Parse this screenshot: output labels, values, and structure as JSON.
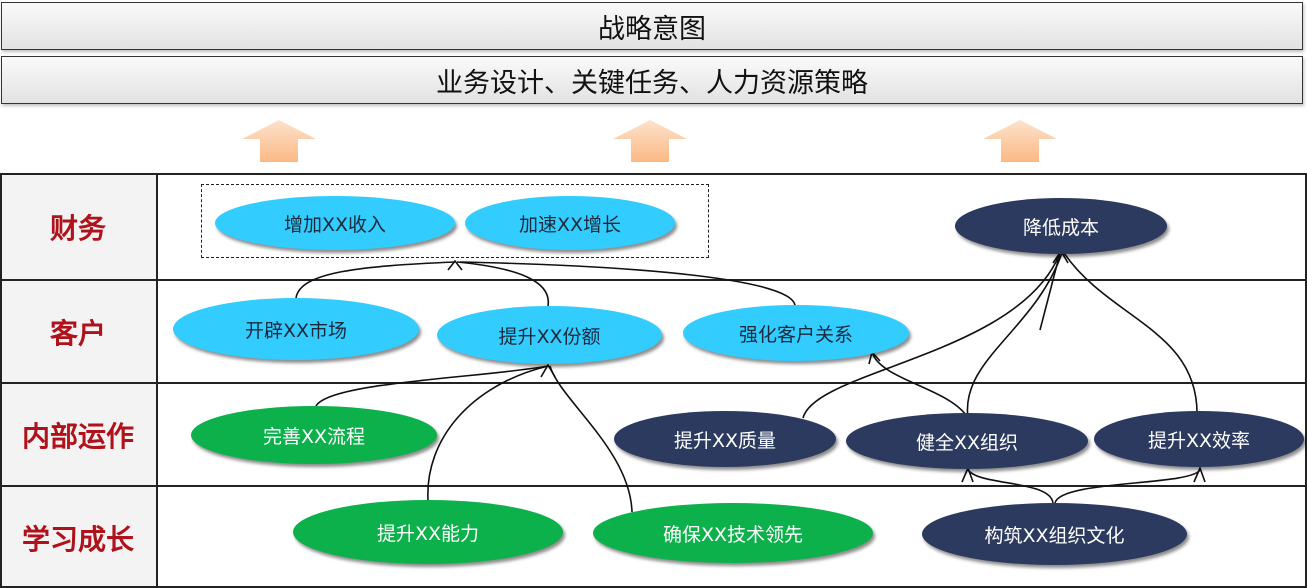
{
  "banners": {
    "top": "战略意图",
    "sub": "业务设计、关键任务、人力资源策略"
  },
  "rows": [
    {
      "label": "财务"
    },
    {
      "label": "客户"
    },
    {
      "label": "内部运作"
    },
    {
      "label": "学习成长"
    }
  ],
  "nodes": {
    "increase_income": "增加XX收入",
    "accelerate_growth": "加速XX增长",
    "reduce_cost": "降低成本",
    "open_market": "开辟XX市场",
    "raise_share": "提升XX份额",
    "customer_relations": "强化客户关系",
    "improve_process": "完善XX流程",
    "improve_quality": "提升XX质量",
    "build_organization": "健全XX组织",
    "improve_efficiency": "提升XX效率",
    "improve_ability": "提升XX能力",
    "tech_leadership": "确保XX技术领先",
    "org_culture": "构筑XX组织文化"
  },
  "colors": {
    "arrow": "#fbbf8c",
    "label_red": "#b0121b",
    "cyan": "#33ccff",
    "navy": "#2b3a5e",
    "green": "#0db14b"
  }
}
